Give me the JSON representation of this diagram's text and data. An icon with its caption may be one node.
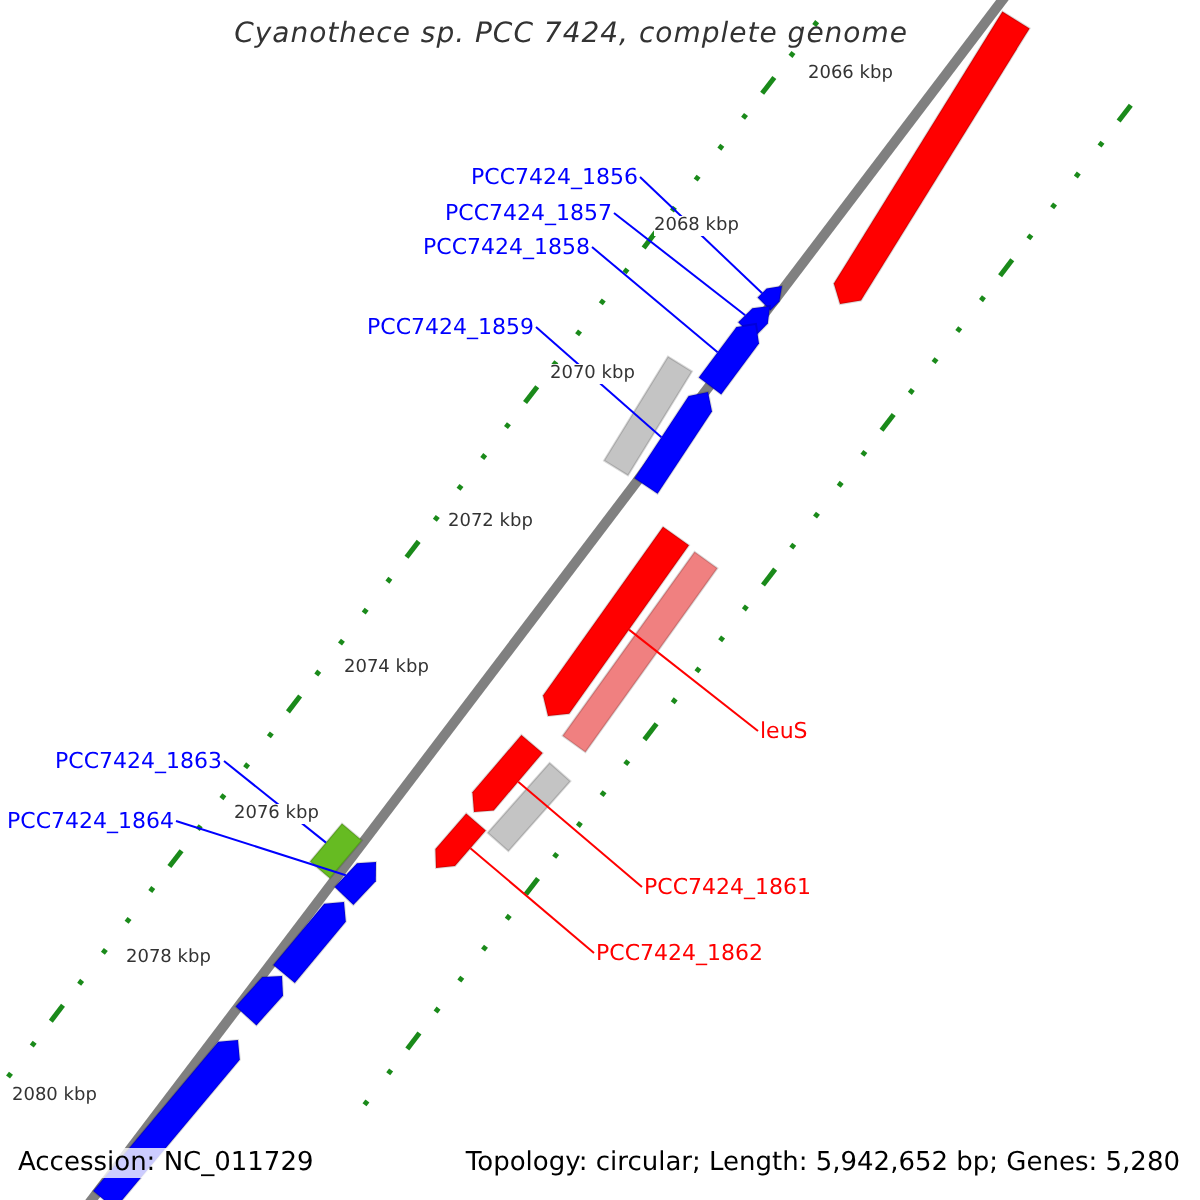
{
  "diagram": {
    "title": "Cyanothece sp. PCC 7424, complete genome",
    "nodes": [
      {
        "text": [
          "PCC7424_1856"
        ]
      },
      {
        "text": [
          "PCC7424_1857"
        ]
      },
      {
        "text": [
          "PCC7424_1858"
        ]
      },
      {
        "text": [
          "PCC7424_1859"
        ]
      },
      {
        "text": [
          "PCC7424_1863"
        ]
      },
      {
        "text": [
          "PCC7424_1864"
        ]
      },
      {
        "text": [
          "leuS"
        ]
      },
      {
        "text": [
          "PCC7424_1861"
        ]
      },
      {
        "text": [
          "PCC7424_1862"
        ]
      },
      {
        "text": [],
        "shape": "arrow"
      },
      {
        "text": [],
        "shape": "arrow"
      },
      {
        "text": [],
        "shape": "arrow"
      },
      {
        "text": [],
        "shape": "arrow"
      },
      {
        "text": [],
        "shape": "bar"
      },
      {
        "text": [],
        "shape": "arrow"
      },
      {
        "text": [],
        "shape": "arrow"
      },
      {
        "text": [],
        "shape": "bar"
      },
      {
        "text": [],
        "shape": "arrow"
      },
      {
        "text": [],
        "shape": "bar"
      },
      {
        "text": [],
        "shape": "arrow"
      },
      {
        "text": [],
        "shape": "bar"
      },
      {
        "text": [],
        "shape": "arrow"
      },
      {
        "text": [],
        "shape": "arrow"
      },
      {
        "text": [],
        "shape": "arrow"
      },
      {
        "text": [],
        "shape": "arrow"
      }
    ],
    "edges": [
      {
        "from": 0,
        "to": 10,
        "arrow": "none"
      },
      {
        "from": 1,
        "to": 11,
        "arrow": "none"
      },
      {
        "from": 2,
        "to": 12,
        "arrow": "none"
      },
      {
        "from": 3,
        "to": 14,
        "arrow": "none"
      },
      {
        "from": 4,
        "to": 20,
        "arrow": "none"
      },
      {
        "from": 5,
        "to": 21,
        "arrow": "none"
      },
      {
        "from": 6,
        "to": 15,
        "arrow": "none",
        "color": "#ff0000"
      },
      {
        "from": 7,
        "to": 17,
        "arrow": "none",
        "color": "#ff0000"
      },
      {
        "from": 8,
        "to": 19,
        "arrow": "none",
        "color": "#ff0000"
      }
    ],
    "labels": [
      "2066 kbp",
      "2068 kbp",
      "2070 kbp",
      "2072 kbp",
      "2074 kbp",
      "2076 kbp",
      "2078 kbp",
      "2080 kbp",
      "Accession: NC_011729",
      "Topology: circular; Length: 5,942,652 bp; Genes: 5,280"
    ]
  }
}
